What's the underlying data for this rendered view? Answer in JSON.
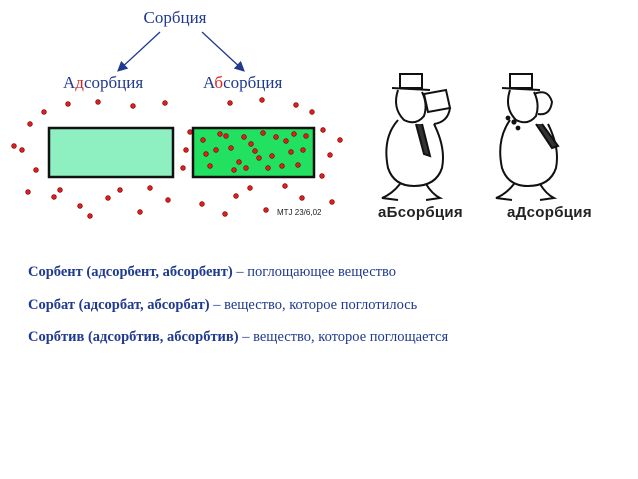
{
  "title": "Сорбция",
  "adsorption": {
    "prefix": "А",
    "highlight": "д",
    "rest": "сорбция"
  },
  "absorption": {
    "prefix": "А",
    "highlight": "б",
    "rest": "сорбция"
  },
  "figure_credit": "MTJ 23/6,02",
  "cartoon_captions": {
    "absorption": {
      "prefix": "а",
      "highlight": "Б",
      "rest": "сорбция"
    },
    "adsorption": {
      "prefix": "а",
      "highlight": "Д",
      "rest": "сорбция"
    }
  },
  "colors": {
    "blue_text": "#1f3a8f",
    "dot_red": "#d42020",
    "adsorbent_fill": "#8ef0c0",
    "absorbent_fill": "#22e060"
  },
  "definitions": [
    {
      "term": "Сорбент (адсорбент, абсорбент)",
      "dash": " – ",
      "text": "поглощающее вещество"
    },
    {
      "term": "Сорбат (адсорбат, абсорбат)",
      "dash": " – ",
      "text": "вещество, которое поглотилось"
    },
    {
      "term": "Сорбтив (адсорбтив, абсорбтив)",
      "dash": " – ",
      "text": "вещество, которое поглощается"
    }
  ]
}
